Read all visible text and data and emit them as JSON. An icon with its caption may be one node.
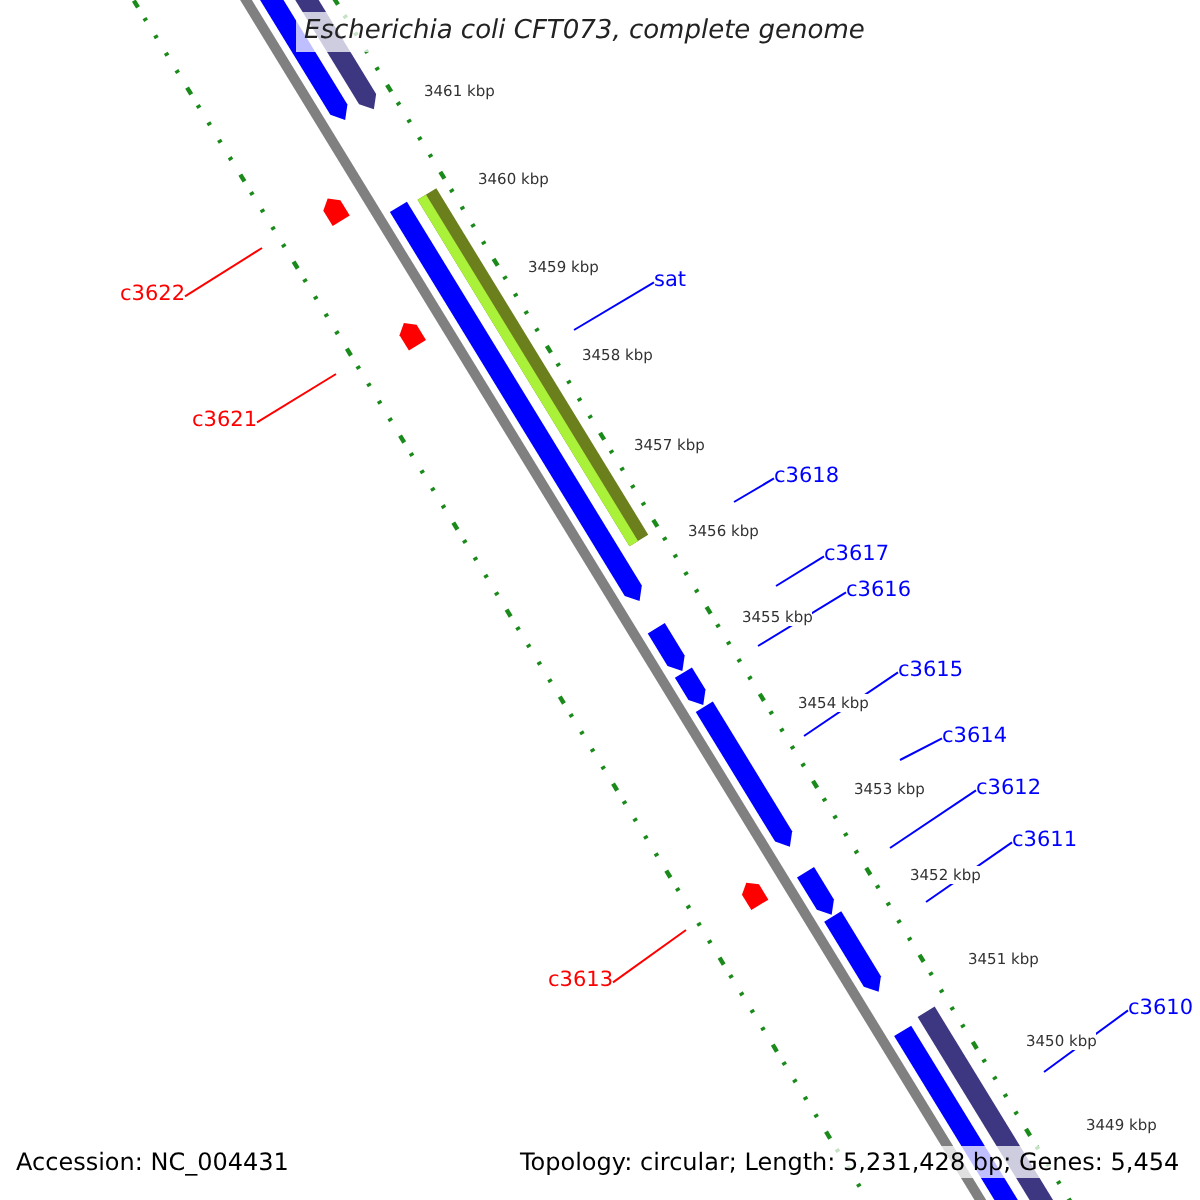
{
  "diagram": {
    "title": "Escherichia coli CFT073, complete genome",
    "nodes": [
      {
        "text": [
          "sat"
        ]
      },
      {
        "text": [
          "c3622"
        ]
      },
      {
        "text": [
          "c3621"
        ]
      },
      {
        "text": [
          "c3618"
        ]
      },
      {
        "text": [
          "c3617"
        ]
      },
      {
        "text": [
          "c3616"
        ]
      },
      {
        "text": [
          "c3615"
        ]
      },
      {
        "text": [
          "c3614"
        ]
      },
      {
        "text": [
          "c3612"
        ]
      },
      {
        "text": [
          "c3611"
        ]
      },
      {
        "text": [
          "c3613"
        ]
      },
      {
        "text": [
          "c3610"
        ]
      }
    ],
    "edges": [
      {
        "from": 0,
        "to": null,
        "arrow": "none"
      },
      {
        "from": 1,
        "to": null,
        "arrow": "none",
        "color": "#ff0000"
      },
      {
        "from": 2,
        "to": null,
        "arrow": "none",
        "color": "#ff0000"
      },
      {
        "from": 3,
        "to": null,
        "arrow": "none"
      },
      {
        "from": 4,
        "to": null,
        "arrow": "none"
      },
      {
        "from": 5,
        "to": null,
        "arrow": "none"
      },
      {
        "from": 6,
        "to": null,
        "arrow": "none"
      },
      {
        "from": 7,
        "to": null,
        "arrow": "none"
      },
      {
        "from": 8,
        "to": null,
        "arrow": "none"
      },
      {
        "from": 9,
        "to": null,
        "arrow": "none"
      },
      {
        "from": 10,
        "to": null,
        "arrow": "none",
        "color": "#ff0000"
      },
      {
        "from": 11,
        "to": null,
        "arrow": "none"
      }
    ],
    "labels": [
      "3461 kbp",
      "3460 kbp",
      "3459 kbp",
      "3458 kbp",
      "3457 kbp",
      "3456 kbp",
      "3455 kbp",
      "3454 kbp",
      "3453 kbp",
      "3452 kbp",
      "3451 kbp",
      "3450 kbp",
      "3449 kbp",
      "Accession: NC_004431",
      "Topology: circular; Length: 5,231,428 bp; Genes: 5,454"
    ]
  }
}
